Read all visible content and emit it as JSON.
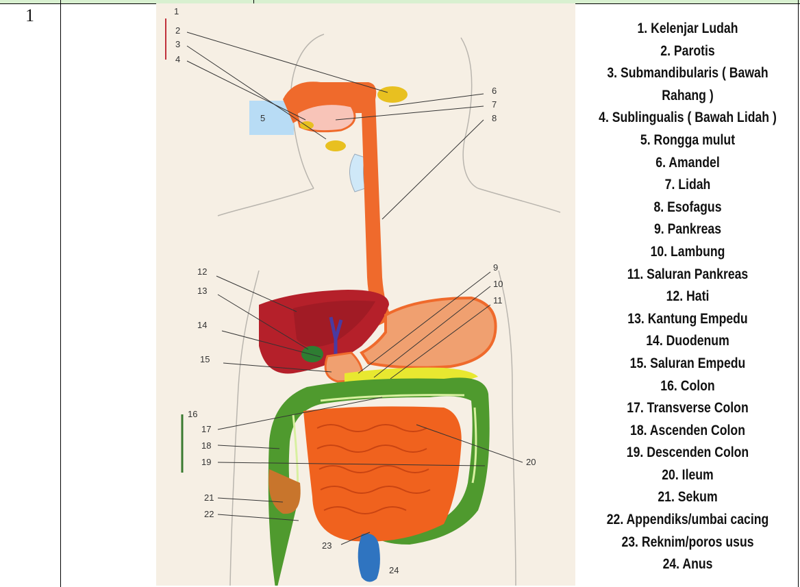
{
  "table": {
    "row_number": "1"
  },
  "diagram": {
    "labels": [
      "1",
      "2",
      "3",
      "4",
      "5",
      "6",
      "7",
      "8",
      "9",
      "10",
      "11",
      "12",
      "13",
      "14",
      "15",
      "16",
      "17",
      "18",
      "19",
      "20",
      "21",
      "22",
      "23",
      "24"
    ],
    "colors": {
      "background": "#f6efe4",
      "esophagus": "#ef6a2c",
      "liver": "#b5202a",
      "gallbladder": "#2e7d32",
      "stomach": "#f0a070",
      "pancreas": "#e8e830",
      "colon": "#4f9a2e",
      "small_intestine": "#f0621e",
      "rectum_anus": "#2f74c0",
      "salivary_gland": "#e8c020"
    }
  },
  "legend": [
    "1. Kelenjar Ludah",
    "2. Parotis",
    "3. Submandibularis ( Bawah Rahang )",
    "4. Sublingualis ( Bawah Lidah )",
    "5. Rongga mulut",
    "6. Amandel",
    "7. Lidah",
    "8. Esofagus",
    "9. Pankreas",
    "10. Lambung",
    "11. Saluran Pankreas",
    "12. Hati",
    "13. Kantung Empedu",
    "14. Duodenum",
    "15. Saluran Empedu",
    "16. Colon",
    "17. Transverse Colon",
    "18. Ascenden Colon",
    "19. Descenden Colon",
    "20. Ileum",
    "21. Sekum",
    "22. Appendiks/umbai cacing",
    "23. Reknim/poros usus",
    "24. Anus"
  ]
}
